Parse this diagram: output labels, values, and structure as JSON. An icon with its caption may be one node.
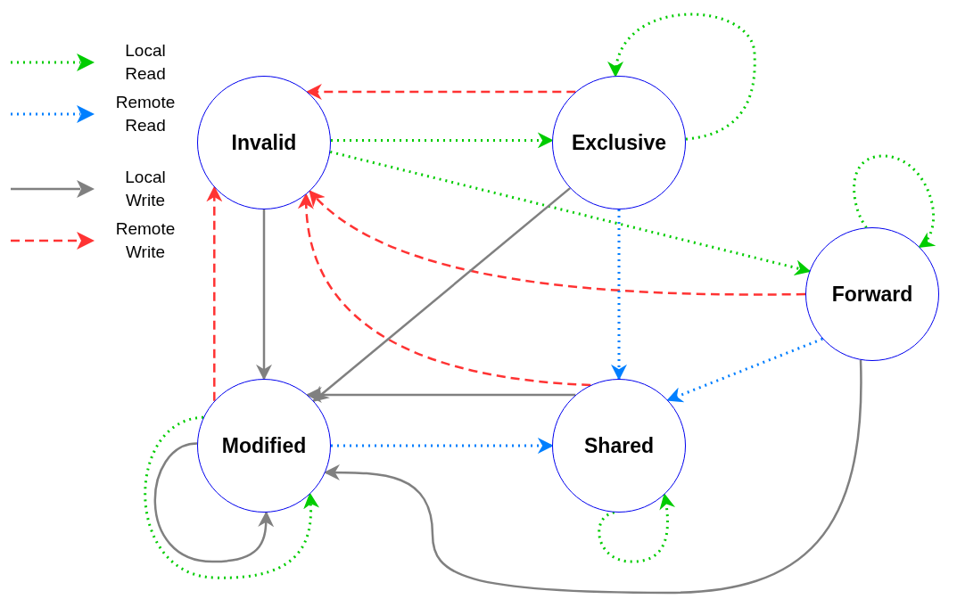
{
  "diagram": {
    "nodes": [
      {
        "text": [
          "Invalid"
        ]
      },
      {
        "text": [
          "Exclusive"
        ]
      },
      {
        "text": [
          "Forward"
        ]
      },
      {
        "text": [
          "Modified"
        ]
      },
      {
        "text": [
          "Shared"
        ]
      }
    ],
    "edges": [
      {
        "from": 1,
        "to": 0,
        "arrow": "to",
        "style": "dashed",
        "color": "#ff3333"
      },
      {
        "from": 0,
        "to": 1,
        "arrow": "to",
        "style": "dashed"
      },
      {
        "from": 1,
        "to": 1,
        "arrow": "to",
        "style": "dashed"
      },
      {
        "from": 0,
        "to": 2,
        "arrow": "to",
        "style": "dashed"
      },
      {
        "from": 2,
        "to": 2,
        "arrow": "to",
        "style": "dashed"
      },
      {
        "from": 2,
        "to": 0,
        "arrow": "to",
        "style": "dashed",
        "color": "#ff3333"
      },
      {
        "from": 4,
        "to": 0,
        "arrow": "to",
        "style": "dashed",
        "color": "#ff3333"
      },
      {
        "from": 3,
        "to": 0,
        "arrow": "to",
        "style": "dashed",
        "color": "#ff3333"
      },
      {
        "from": 0,
        "to": 3,
        "arrow": "to",
        "color": "#808080"
      },
      {
        "from": 1,
        "to": 3,
        "arrow": "to",
        "color": "#808080"
      },
      {
        "from": 4,
        "to": 3,
        "arrow": "to",
        "color": "#808080"
      },
      {
        "from": 1,
        "to": 4,
        "arrow": "to",
        "style": "dashed",
        "color": "#007fff"
      },
      {
        "from": 2,
        "to": 4,
        "arrow": "to",
        "style": "dashed",
        "color": "#007fff"
      },
      {
        "from": 3,
        "to": 4,
        "arrow": "to",
        "style": "dashed",
        "color": "#007fff"
      },
      {
        "from": 3,
        "to": 3,
        "arrow": "to",
        "style": "dashed"
      },
      {
        "from": 3,
        "to": 3,
        "arrow": "to",
        "color": "#808080"
      },
      {
        "from": 4,
        "to": 4,
        "arrow": "to",
        "style": "dashed"
      },
      {
        "from": 2,
        "to": 3,
        "arrow": "to",
        "color": "#808080"
      }
    ],
    "legend": [
      {
        "text": "Local Read"
      },
      {
        "text": "Remote Read"
      },
      {
        "text": "Local Write"
      },
      {
        "text": "Remote Write"
      }
    ]
  }
}
